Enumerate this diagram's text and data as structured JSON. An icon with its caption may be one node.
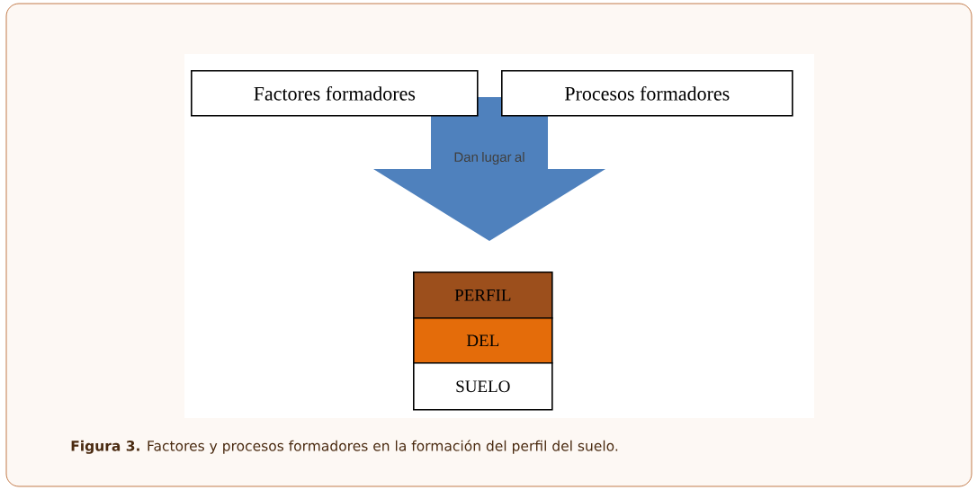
{
  "diagram": {
    "caption": "**Figura 3.** Factores y procesos formadores en la formación del perfil del suelo.",
    "nodes": [
      {
        "text": [
          "Factores formadores"
        ]
      },
      {
        "text": [
          "Procesos formadores"
        ]
      },
      {
        "text": [
          "Dan lugar al"
        ]
      },
      {
        "text": [
          "PERFIL"
        ]
      },
      {
        "text": [
          "DEL"
        ]
      },
      {
        "text": [
          "SUELO"
        ]
      }
    ]
  }
}
